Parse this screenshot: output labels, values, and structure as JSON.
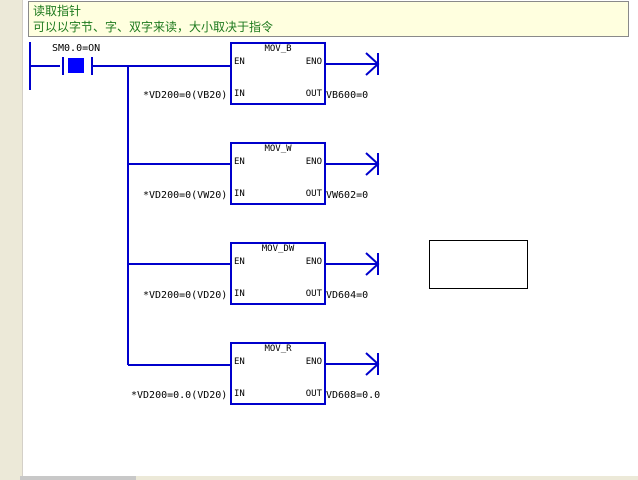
{
  "comment": {
    "title": "读取指针",
    "body": "可以以字节、字、双字来读，大小取决于指令"
  },
  "contact": {
    "label": "SM0.0=ON"
  },
  "blocks": [
    {
      "name": "MOV_B",
      "en": "EN",
      "eno": "ENO",
      "in": "IN",
      "out": "OUT",
      "in_value": "*VD200=0(VB20)",
      "out_value": "VB600=0"
    },
    {
      "name": "MOV_W",
      "en": "EN",
      "eno": "ENO",
      "in": "IN",
      "out": "OUT",
      "in_value": "*VD200=0(VW20)",
      "out_value": "VW602=0"
    },
    {
      "name": "MOV_DW",
      "en": "EN",
      "eno": "ENO",
      "in": "IN",
      "out": "OUT",
      "in_value": "*VD200=0(VD20)",
      "out_value": "VD604=0"
    },
    {
      "name": "MOV_R",
      "en": "EN",
      "eno": "ENO",
      "in": "IN",
      "out": "OUT",
      "in_value": "*VD200=0.0(VD20)",
      "out_value": "VD608=0.0"
    }
  ],
  "colors": {
    "wire": "#0000cc",
    "comment_text": "#1e7a1e",
    "comment_bg": "#ffffdf",
    "contact_fill": "#0000ff"
  }
}
